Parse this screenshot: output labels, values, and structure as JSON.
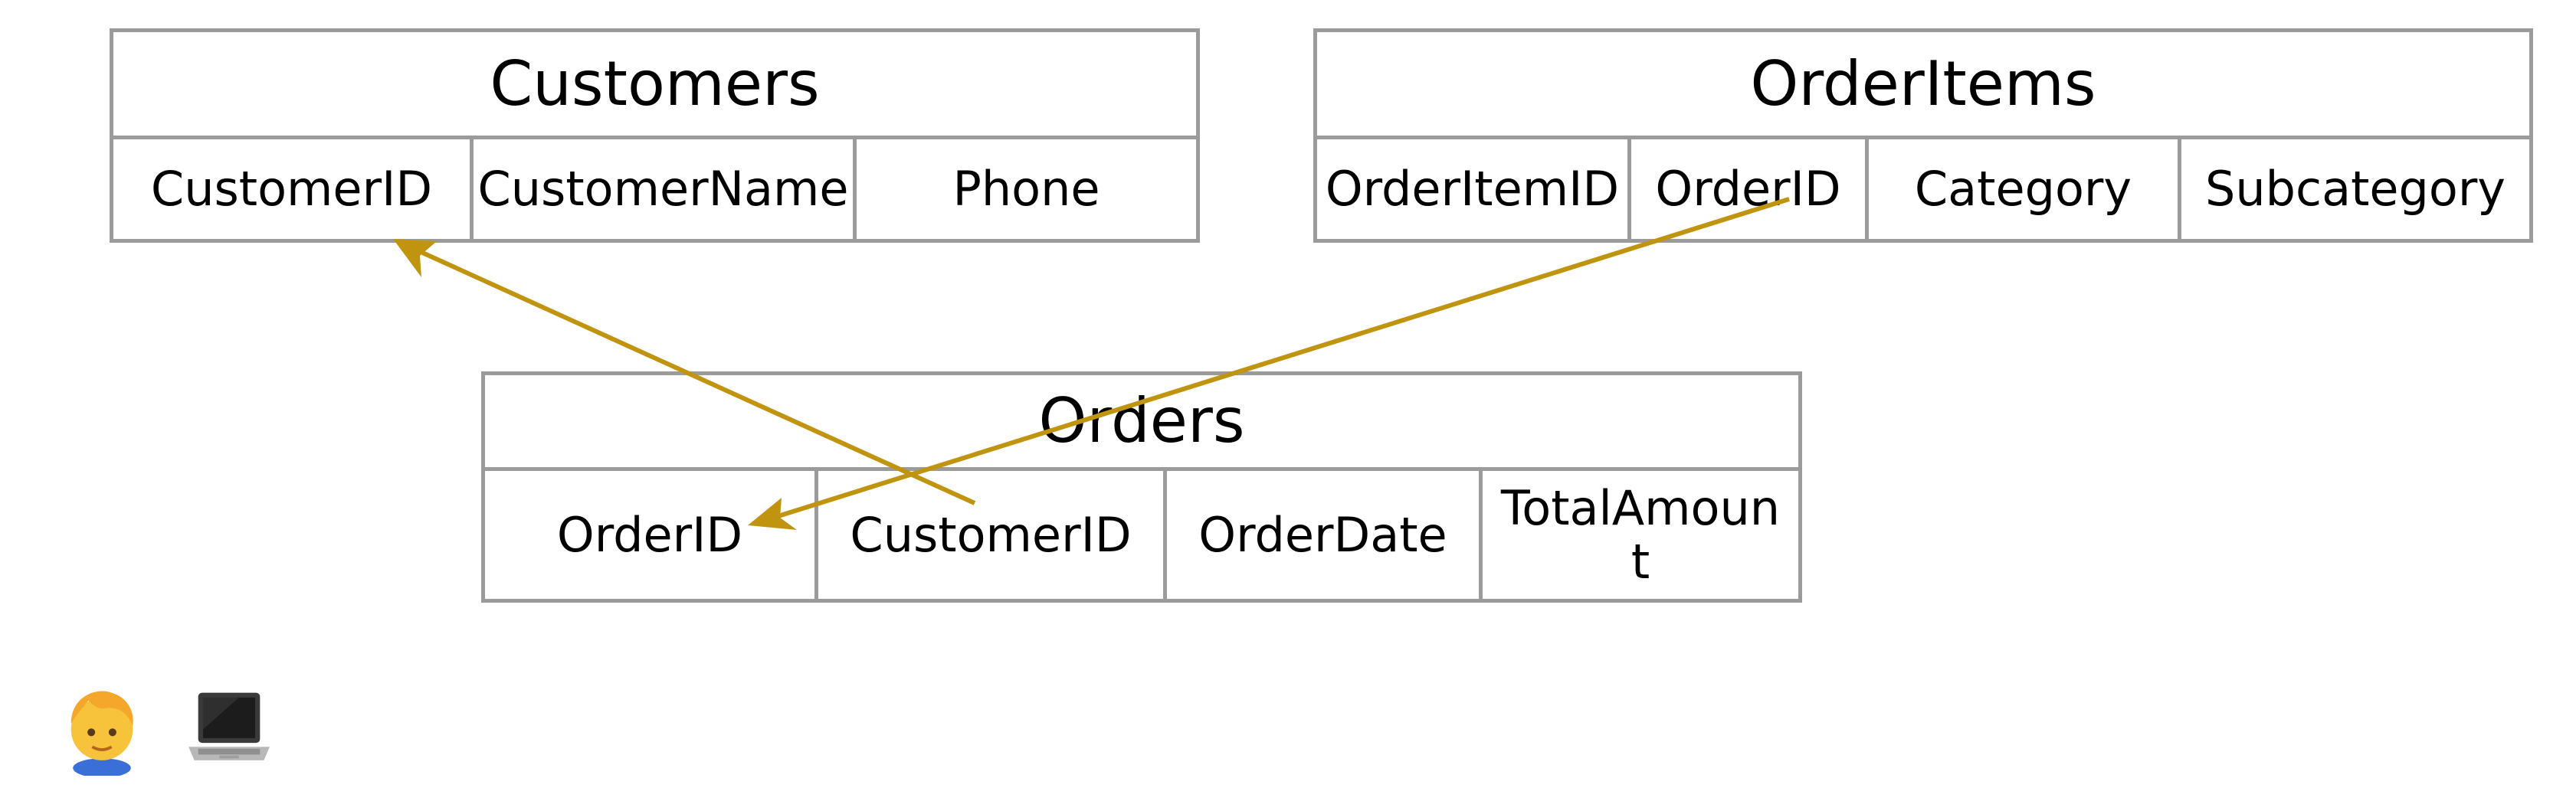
{
  "entities": {
    "customers": {
      "title": "Customers",
      "fields": [
        "CustomerID",
        "CustomerName",
        "Phone"
      ]
    },
    "orderitems": {
      "title": "OrderItems",
      "fields": [
        "OrderItemID",
        "OrderID",
        "Category",
        "Subcategory"
      ]
    },
    "orders": {
      "title": "Orders",
      "fields": [
        "OrderID",
        "CustomerID",
        "OrderDate",
        "TotalAmount"
      ]
    }
  },
  "relationships": [
    {
      "from": "Orders.CustomerID",
      "to": "Customers.CustomerID"
    },
    {
      "from": "OrderItems.OrderID",
      "to": "Orders.OrderID"
    }
  ],
  "colors": {
    "border": "#9b9b9b",
    "connector": "#c0940f"
  },
  "actors": {
    "person_icon": "person-icon",
    "laptop_icon": "laptop-icon"
  }
}
